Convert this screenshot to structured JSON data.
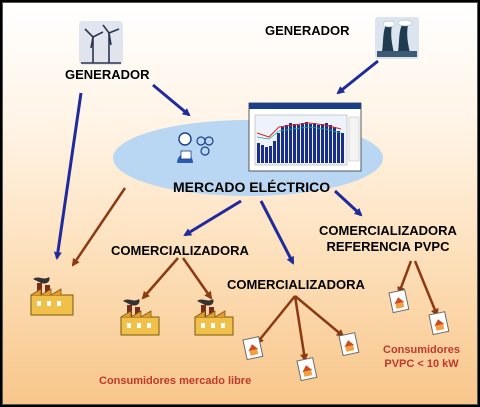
{
  "labels": {
    "generator_left": "GENERADOR",
    "generator_right": "GENERADOR",
    "market": "MERCADO ELÉCTRICO",
    "retailer_1": "COMERCIALIZADORA",
    "retailer_2": "COMERCIALIZADORA",
    "retailer_ref_line1": "COMERCIALIZADORA",
    "retailer_ref_line2": "REFERENCIA PVPC",
    "consumers_free": "Consumidores mercado libre",
    "consumers_pvpc_line1": "Consumidores",
    "consumers_pvpc_line2": "PVPC < 10 kW"
  },
  "colors": {
    "arrow_blue": "#1f2a9c",
    "arrow_brown": "#8b3a12",
    "market_ellipse": "#b9d7f2",
    "note_red": "#c0392b"
  },
  "icons": [
    "wind-turbine-icon",
    "power-plant-icon",
    "factory-icon",
    "house-document-icon",
    "operator-icon",
    "price-chart-icon"
  ]
}
